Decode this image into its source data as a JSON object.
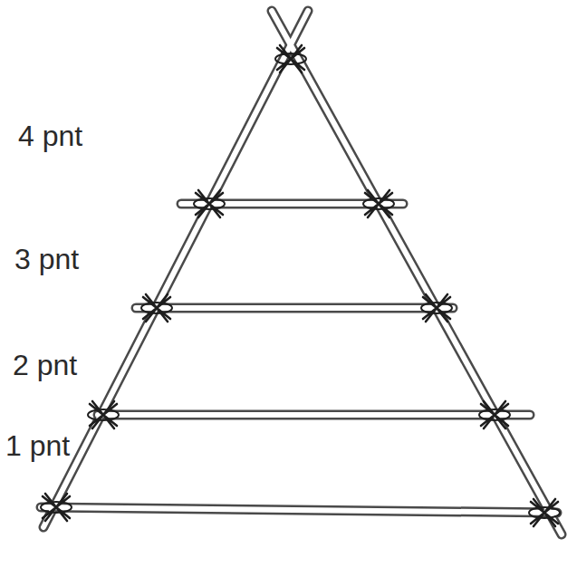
{
  "diagram": {
    "labels": [
      "4 pnt",
      "3 pnt",
      "2 pnt",
      "1 pnt"
    ]
  }
}
